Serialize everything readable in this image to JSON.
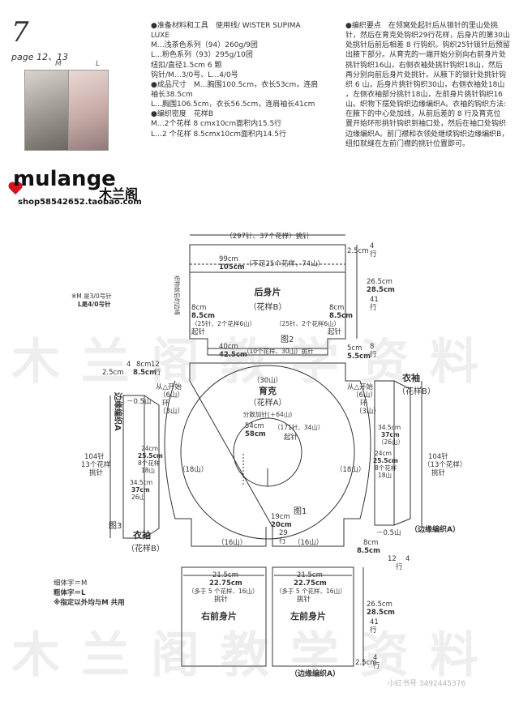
{
  "header": {
    "page_number": "7",
    "page_ref": "page 12、13",
    "size_m": "M",
    "size_l": "L"
  },
  "materials": {
    "lines": [
      "●准备材料和工具　使用线/ WISTER SUPIMA",
      "LUXE",
      "M…浅茶色系列（94）260g/9团",
      "L…粉色系列（93）295g/10团",
      "纽扣/直径1.5cm 6 颗",
      "钩针/M…3/0号、L…4/0号",
      "●成品尺寸　M…胸围100.5cm，衣长53cm，连肩",
      "袖长38.5cm",
      "L…胸围106.5cm，衣长56.5cm，连肩袖长41cm",
      "●编织密度　花样B",
      "M…2个花样 8 cmx10cm面积内15.5行",
      "L…2 个花样 8.5cmx10cm面积内14.5行"
    ]
  },
  "points": {
    "lines": [
      "●编织要点　在领窝处起针后从锁针的里山处挑",
      "针，然后在育克处钩织29行花样，后身片的第30山",
      "处挑针后前后相差 8 行钩织。钩织25针锁针后预留",
      "出腋下部分。从育克的一端开始分别向右前身片处",
      "挑针钩织16山，右侧衣袖处挑针钩织18山，然后",
      "再分别向前后身片处挑针。从腋下的锁针处挑针钩",
      "织 6 山，后身片挑针钩织30山，右侧衣袖处18山",
      "，左侧衣袖部分挑针18山，左前身片挑针钩织16",
      "山。织物下摆处钩织边缘编织A。衣袖的钩织方法:",
      "在腋下的中心处加线，从前后差的 8 行及育克位",
      "置开始环形挑针钩织到袖口处，然后在袖口处钩织",
      "边缘编织A。前门襟和衣领处继续钩织边缘编织B，",
      "纽扣就缝在左前门襟的挑针位置即可。"
    ]
  },
  "brand": {
    "name": "mulange",
    "name_cn": "木兰阁",
    "shop": "shop58542652.taobao.com"
  },
  "watermark": {
    "text1": "木兰阁教学资料",
    "text2": "木兰阁教学资料",
    "corner": "小红书号 3492445376"
  },
  "diagram": {
    "back_top": "（297针、37个花样）挑针",
    "back_width_m": "99cm",
    "back_width_l": "105cm",
    "back_repeat": "（不足25个花样，74山）",
    "back_title": "后身片",
    "back_pattern": "（花样B）",
    "back_side_edge": "织物前后的边缘",
    "back_h1m": "26.5cm",
    "back_h1l": "28.5cm",
    "back_rows": "41",
    "back_rows_unit": "行",
    "back_top_m": "2.5cm",
    "back_top_r": "4",
    "back_top_ru": "行",
    "left_8_m": "8cm",
    "left_8_l": "8.5cm",
    "left_sts": "（25针、2个花样6山）",
    "left_qz": "起针",
    "right_8_m": "8cm",
    "right_8_l": "8.5cm",
    "right_sts": "（25针、2个花样6山）",
    "right_qz": "起针",
    "fig2": "图2",
    "bottom_m": "40cm",
    "bottom_l": "42.5cm",
    "bottom_sts": "（10个花样、30山）挑针",
    "bottom_r_m": "5cm",
    "bottom_r_l": "5.5cm",
    "bottom_r_8": "8",
    "bottom_r_8u": "行",
    "note_m": "※M 是3/0号针",
    "note_l": "L是4/0号针",
    "yoke_30": "（30山）",
    "yoke_title": "育克",
    "yoke_pattern": "（花样A）",
    "yoke_inc": "分散加针(＋64山)",
    "yoke_54": "54cm",
    "yoke_171": "（171针、34山）",
    "yoke_58": "58cm",
    "yoke_qz": "起针",
    "fig1": "图1",
    "yoke_19": "19cm",
    "yoke_20": "20cm",
    "yoke_29": "29",
    "yoke_29u": "行",
    "ring_16a": "（16山）",
    "ring_16b": "（16山）",
    "ring_18a": "（18山）",
    "ring_18b": "（18山）",
    "sl_4": "4",
    "sl_8": "8cm",
    "sl_12": "12",
    "sl_25": "2.5cm",
    "sl_85": "8.5cm",
    "sl_hang": "行",
    "sl_start": "从△开始",
    "sl_6": "（6山）",
    "sl_ring": "环",
    "sl_3": "（3山）",
    "sl_edge": "边缘编织A",
    "sl_05": "－0.5山",
    "sl_104": "104针",
    "sl_13": "13个花样",
    "sl_pick": "挑针",
    "sl_24": "24cm",
    "sl_255": "25.5cm",
    "sl_8p": "8个花样",
    "sl_18": "18山",
    "sl_345": "34.5cm",
    "sl_37": "37cm",
    "sl_26": "26山",
    "sl_title": "衣袖",
    "sl_pattern": "（花样B）",
    "fig3": "图3",
    "sr_title": "衣袖",
    "sr_pattern": "（花样B）",
    "sr_start": "从△开始",
    "sr_6": "（6山）",
    "sr_ring": "环",
    "sr_3": "（3山）",
    "sr_345": "34.5cm",
    "sr_37": "37cm",
    "sr_26": "（26山）",
    "sr_24": "24cm",
    "sr_255": "25.5cm",
    "sr_8p": "8个花样",
    "sr_18": "18山",
    "sr_104": "104针",
    "sr_13": "（13个花样）",
    "sr_pick": "挑针",
    "sr_05": "－0.5山",
    "sr_edge": "（边缘编织A）",
    "sr_8": "8cm",
    "sr_85": "8.5cm",
    "sr_12": "12",
    "sr_4": "4",
    "sr_hang": "行",
    "fr_m": "21.5cm",
    "fr_l": "22.75cm",
    "fr_sts": "（多于 5 个花样、16山）",
    "fr_pick": "挑针",
    "fr_title": "右前身片",
    "fl_m": "21.5cm",
    "fl_l": "22.75cm",
    "fl_sts": "（多于 5 个花样、16山）",
    "fl_pick": "挑针",
    "fl_title": "左前身片",
    "f_h1m": "26.5cm",
    "f_h1l": "28.5cm",
    "f_41": "41",
    "f_41u": "行",
    "f_25": "2.5cm",
    "f_4": "4",
    "f_4u": "行",
    "f_edge": "（边缘编织A）",
    "legend1": "细体字＝M",
    "legend2": "粗体字＝L",
    "legend3": "※指定以外均与M 共用"
  }
}
